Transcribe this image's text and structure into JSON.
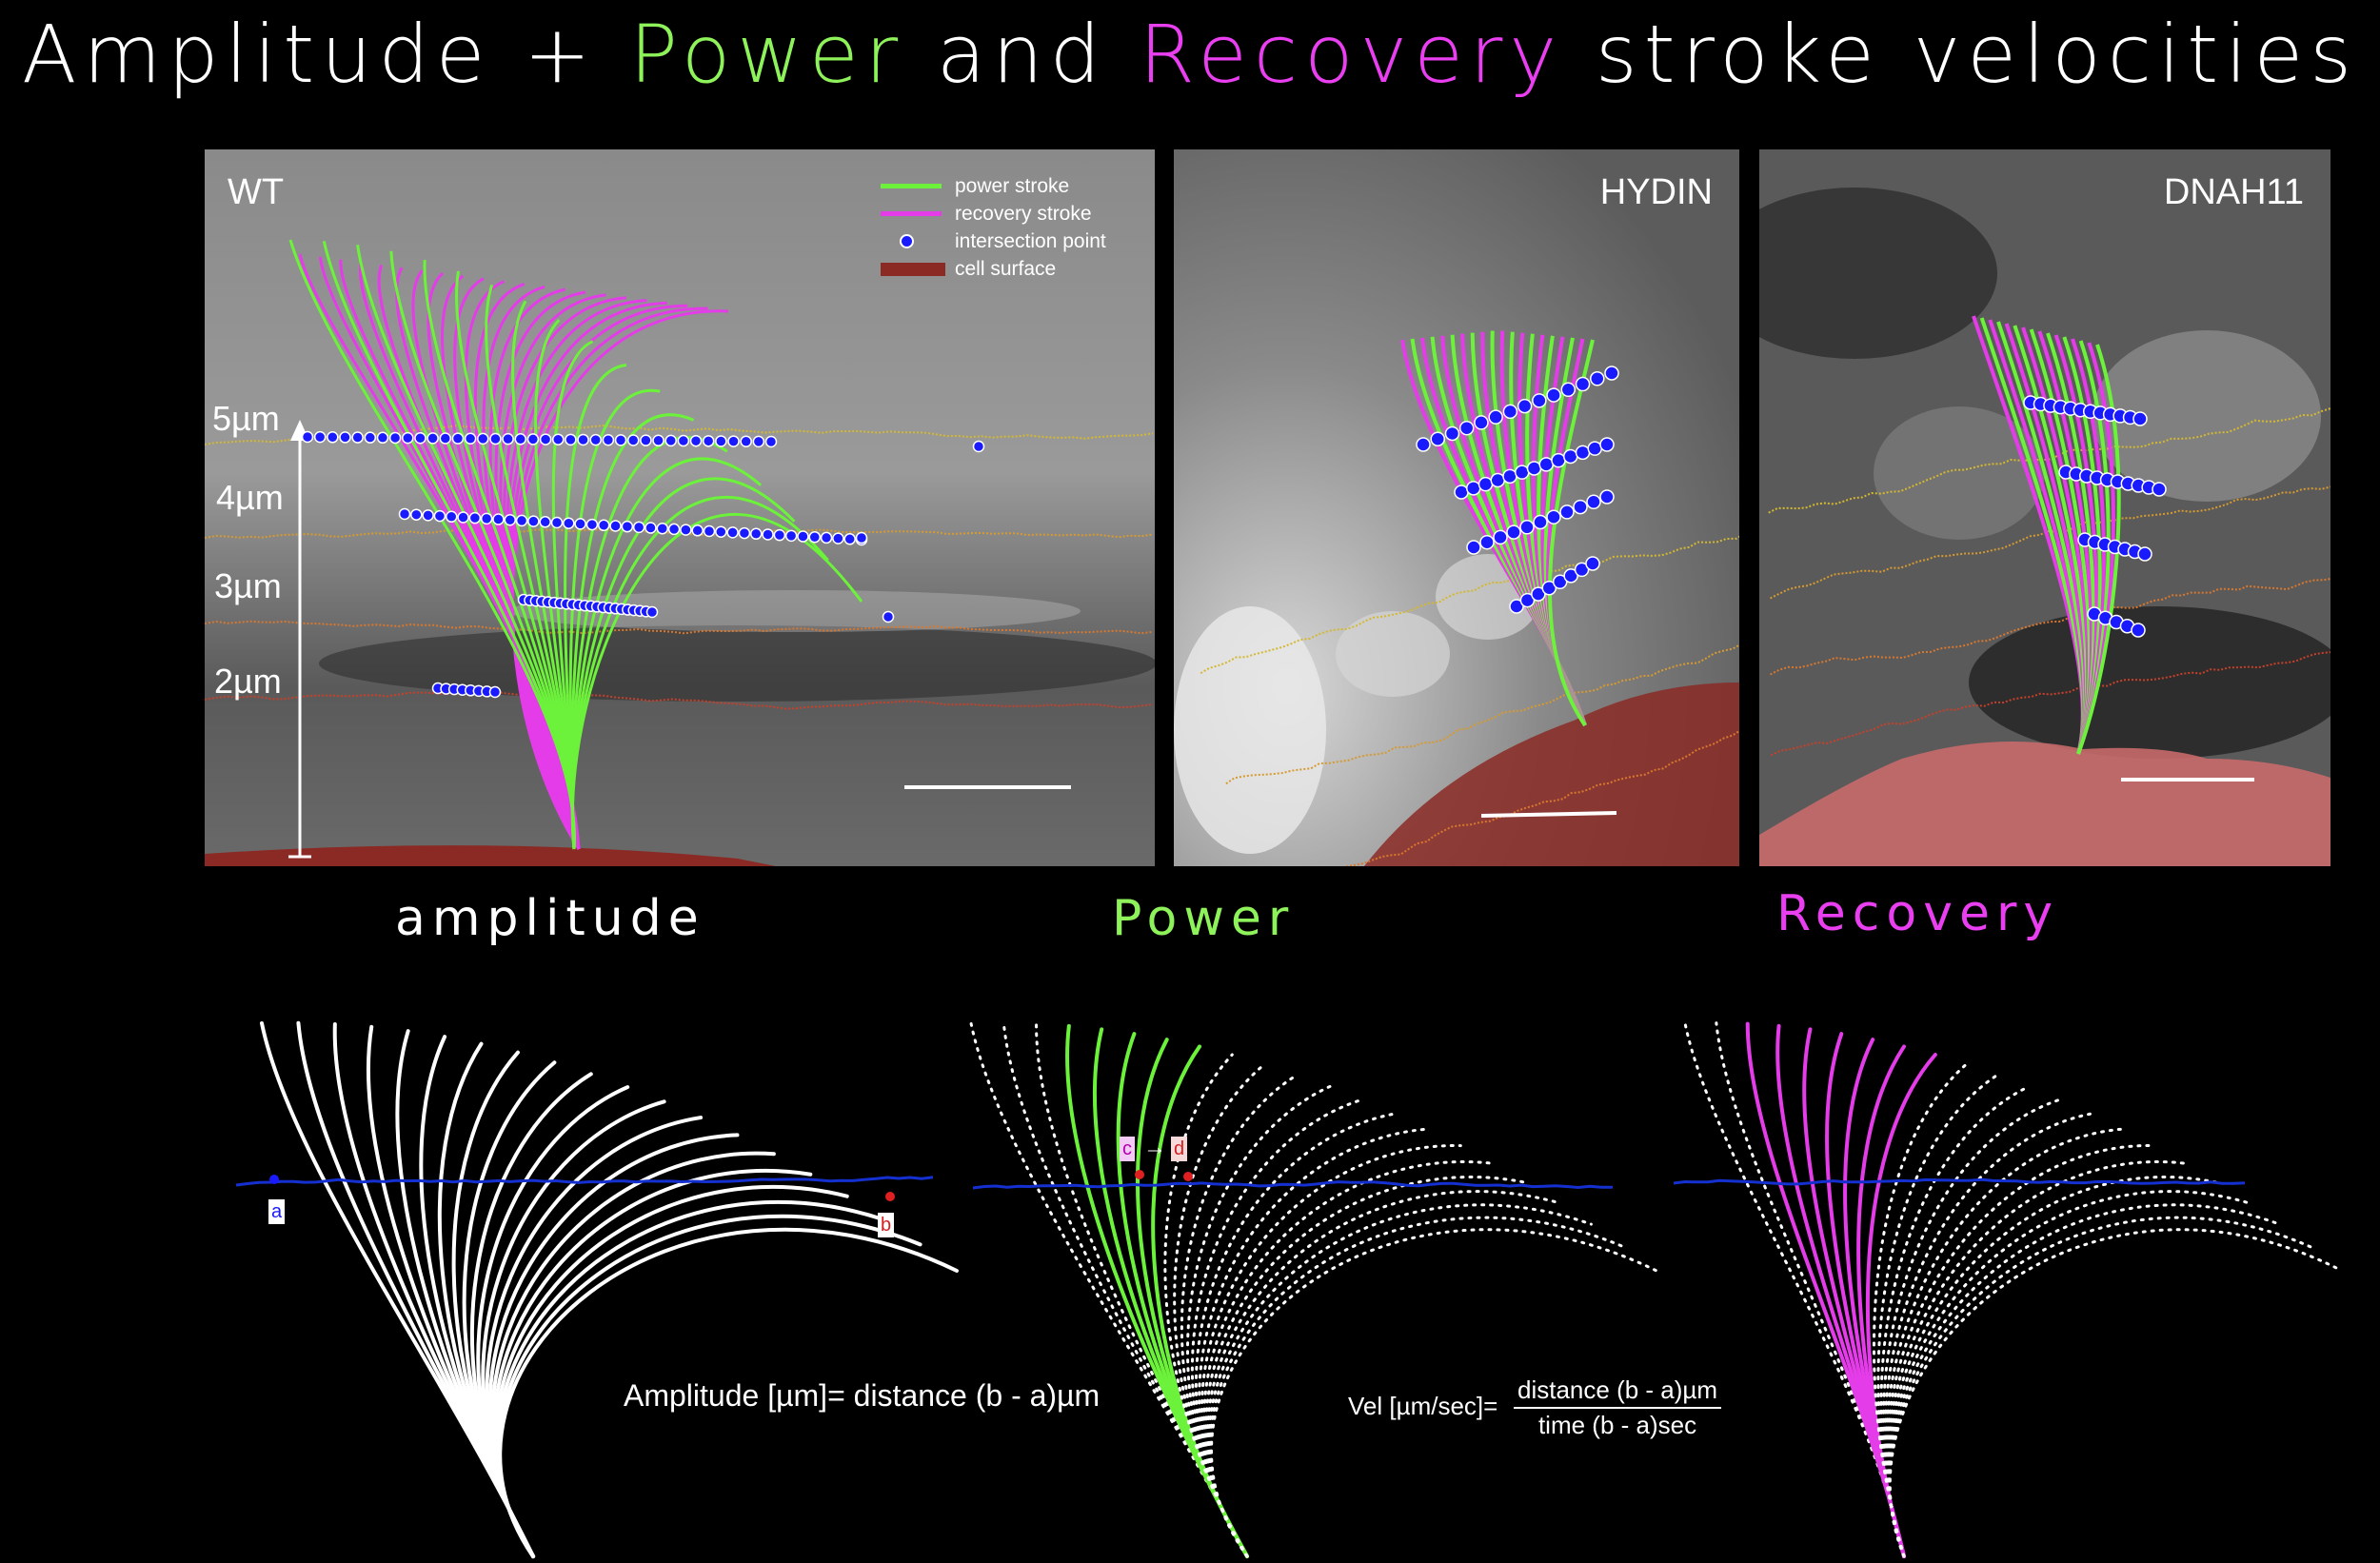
{
  "title": {
    "part1": "Amplitude + ",
    "part2": "Power",
    "part3": " and ",
    "part4": "Recovery",
    "part5": " stroke velocities",
    "power_color": "#8ef25a",
    "recovery_color": "#ea3ff0"
  },
  "panels": {
    "wt": {
      "label": "WT"
    },
    "hydin": {
      "label": "HYDIN"
    },
    "dnah11": {
      "label": "DNAH11"
    }
  },
  "legend": {
    "power": "power stroke",
    "recovery": "recovery stroke",
    "intersection": "intersection point",
    "surface": "cell surface"
  },
  "height_ticks": [
    "5µm",
    "4µm",
    "3µm",
    "2µm"
  ],
  "colors": {
    "power": "#6cf23a",
    "recovery": "#e43ce8",
    "intersection": "#1a1aff",
    "surface": "#8b2a24",
    "level5": "#d4b830",
    "level4": "#d69a30",
    "level3": "#d8782e",
    "level2": "#c8402a"
  },
  "bottom": {
    "amplitude_label": "amplitude",
    "power_label": "Power",
    "recovery_label": "Recovery",
    "amplitude_formula": "Amplitude [µm]= distance (b - a)µm",
    "vel_prefix": "Vel [µm/sec]=",
    "vel_numerator": "distance (b - a)µm",
    "vel_denominator": "time (b - a)sec",
    "point_a": "a",
    "point_b": "b",
    "point_c": "c",
    "point_d": "d",
    "arrow": "→"
  }
}
